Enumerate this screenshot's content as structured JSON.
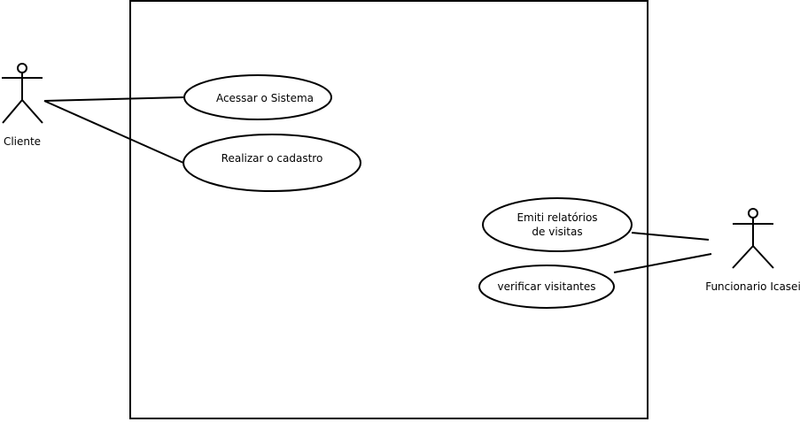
{
  "actors": {
    "cliente": {
      "label": "Cliente"
    },
    "funcionario": {
      "label": "Funcionario Icasei"
    }
  },
  "use_cases": {
    "acessar": {
      "label": "Acessar o Sistema"
    },
    "cadastro": {
      "label": "Realizar o cadastro"
    },
    "relatorios": {
      "line1": "Emiti relatórios",
      "line2": "de visitas"
    },
    "verificar": {
      "label": "verificar visitantes"
    }
  }
}
